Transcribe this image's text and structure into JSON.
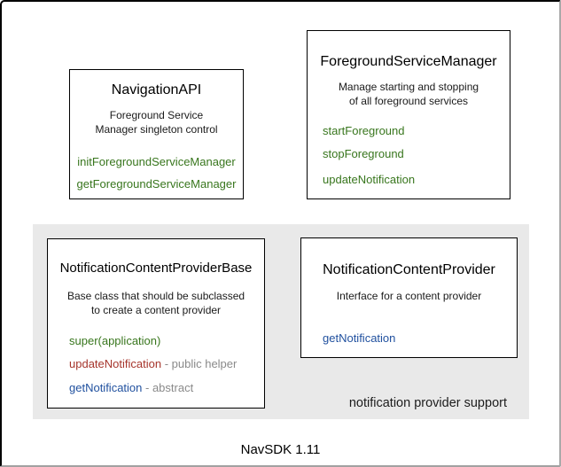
{
  "page": {
    "footer": "NavSDK 1.11"
  },
  "group": {
    "label": "notification provider support",
    "bg_color": "#e9e9e9"
  },
  "colors": {
    "method_green": "#38761d",
    "method_red": "#a6352c",
    "method_blue": "#21519f",
    "annotation_gray": "#8a8a8a"
  },
  "boxes": {
    "navigation_api": {
      "title": "NavigationAPI",
      "description": [
        "Foreground Service",
        "Manager singleton control"
      ],
      "methods": [
        {
          "label": "initForegroundServiceManager",
          "color": "#38761d",
          "annotation": ""
        },
        {
          "label": "getForegroundServiceManager",
          "color": "#38761d",
          "annotation": ""
        }
      ]
    },
    "foreground_service_manager": {
      "title": "ForegroundServiceManager",
      "description": [
        "Manage starting and stopping",
        "of all foreground services"
      ],
      "methods": [
        {
          "label": "startForeground",
          "color": "#38761d",
          "annotation": ""
        },
        {
          "label": "stopForeground",
          "color": "#38761d",
          "annotation": ""
        },
        {
          "label": "updateNotification",
          "color": "#38761d",
          "annotation": ""
        }
      ]
    },
    "notification_content_provider_base": {
      "title": "NotificationContentProviderBase",
      "description": [
        "Base class that should be subclassed",
        "to create a content provider"
      ],
      "methods": [
        {
          "label": "super(application)",
          "color": "#38761d",
          "annotation": ""
        },
        {
          "label": "updateNotification",
          "color": "#a6352c",
          "annotation": " - public helper"
        },
        {
          "label": "getNotification",
          "color": "#21519f",
          "annotation": " - abstract"
        }
      ]
    },
    "notification_content_provider": {
      "title": "NotificationContentProvider",
      "description": [
        "Interface for a content provider"
      ],
      "methods": [
        {
          "label": "getNotification",
          "color": "#21519f",
          "annotation": ""
        }
      ]
    }
  }
}
